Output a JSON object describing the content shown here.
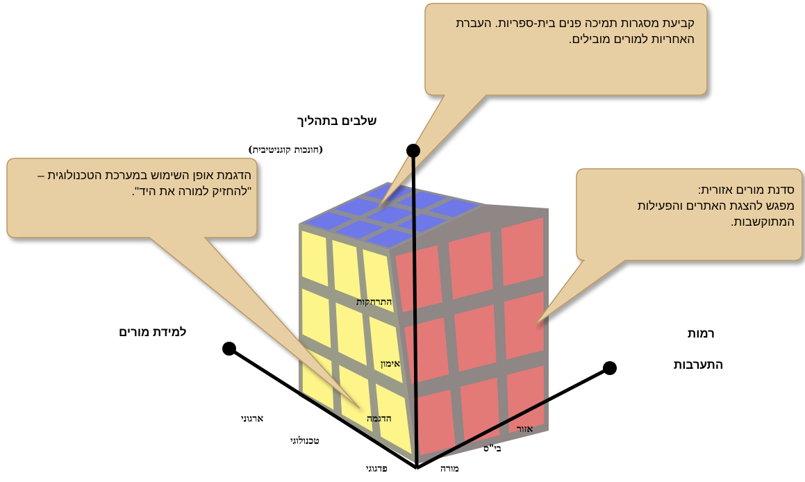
{
  "axes": {
    "vertical": {
      "title": "שלבים בתהליך",
      "subtitle": "(חונכות קוגניטיבית)"
    },
    "left": {
      "title": "למידת מורים"
    },
    "right": {
      "title_line1": "רמות",
      "title_line2": "התערבות"
    }
  },
  "vertical_ticks": [
    "התרחקות",
    "אימון",
    "הדגמה"
  ],
  "left_ticks": [
    "ארגוני",
    "טכנולוגי",
    "פדגוגי"
  ],
  "right_ticks": [
    "אזור",
    "בי\"ס",
    "מורה"
  ],
  "callouts": {
    "top": "קביעת מסגרות תמיכה פנים בית-ספריות. העברת האחריות למורים מובילים.",
    "left": "הדגמת אופן השימוש במערכת הטכנולוגית – \"להחזיק למורה את היד\".",
    "right_line1": "סדנת מורים אזורית:",
    "right_line2": "מפגש להצגת האתרים והפעילות המתוקשבות."
  },
  "colors": {
    "cube_top": "#6f78e8",
    "cube_left": "#fdf58a",
    "cube_right": "#e37a78",
    "cube_gap": "#8a8a8a",
    "callout_fill": "#e8cfa3",
    "callout_border": "#b99862",
    "axis": "#000000"
  }
}
